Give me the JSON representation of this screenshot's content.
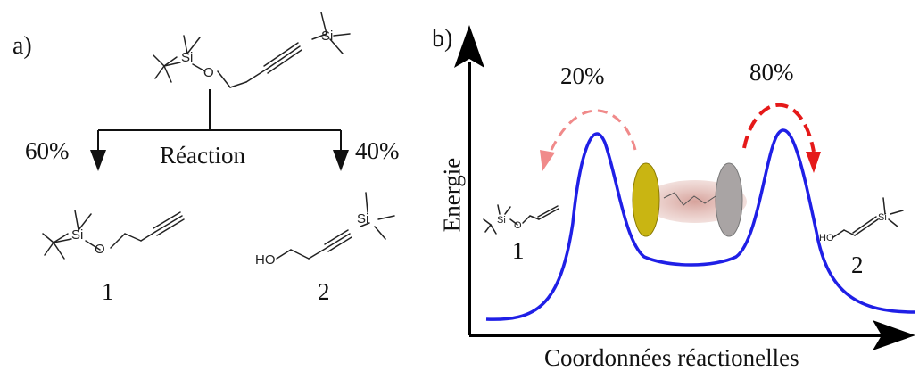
{
  "panel_a": {
    "label": "a)",
    "left_percent": "60%",
    "right_percent": "40%",
    "reaction_label": "Réaction",
    "product1_number": "1",
    "product2_number": "2",
    "atoms": {
      "si": "Si",
      "o": "O",
      "ho": "HO"
    }
  },
  "panel_b": {
    "label": "b)",
    "y_axis_label": "Energie",
    "x_axis_label": "Coordonnées réactionelles",
    "left_percent": "20%",
    "right_percent": "80%",
    "product1_number": "1",
    "product2_number": "2"
  },
  "colors": {
    "curve": "#1f1fe6",
    "arrow_strong": "#e51919",
    "arrow_weak": "#f08a8a",
    "gold_disk": "#c9b512",
    "gray_disk": "#a9a4a4",
    "molecule_glow": "#d48a80"
  }
}
